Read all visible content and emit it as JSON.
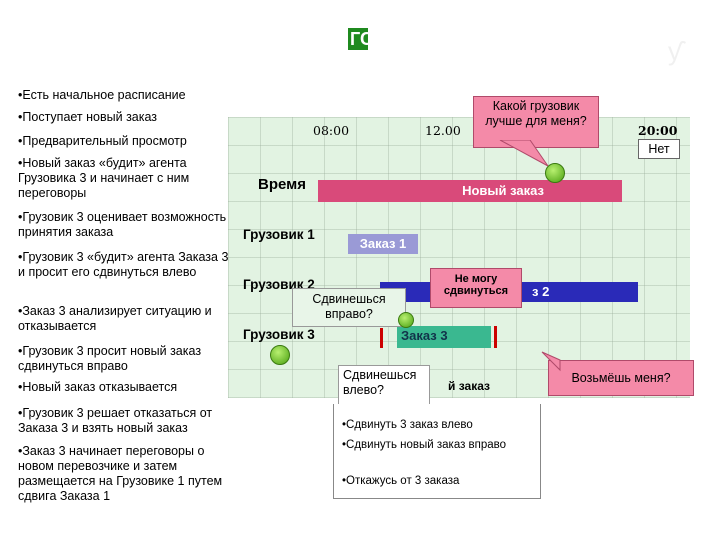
{
  "title_fragment": "ГС",
  "corner_mark": "ƴ",
  "bullets": [
    "•Есть начальное расписание",
    "•Поступает новый заказ",
    "•Предварительный просмотр",
    "•Новый заказ «будит» агента Грузовика 3 и начинает с ним переговоры",
    "•Грузовик 3 оценивает возможность принятия заказа",
    "•Грузовик 3 «будит» агента Заказа 3 и просит его сдвинуться влево",
    "•Заказ 3 анализирует ситуацию и отказывается",
    "•Грузовик 3 просит новый заказ сдвинуться вправо",
    "•Новый заказ отказывается",
    "•Грузовик 3 решает отказаться от Заказа 3 и взять новый заказ",
    "•Заказ 3 начинает переговоры о новом перевозчике и затем размещается на Грузовике 1 путем сдвига Заказа 1"
  ],
  "schedule": {
    "times": [
      "08:00",
      "12.00",
      "20:00"
    ],
    "time_label": "Время",
    "trucks": [
      "Грузовик 1",
      "Грузовик 2",
      "Грузовик 3"
    ],
    "new_order": "Новый заказ",
    "order1": "Заказ 1",
    "order2": "з 2",
    "order3": "Заказ 3",
    "new_order_partial": "й заказ",
    "colors": {
      "panel": "#e2f3e2",
      "new_order": "#d94a7a",
      "order1": "#9a9ad6",
      "order2": "#2a2ab8",
      "order3": "#3ab890",
      "marker": "#cc0000"
    }
  },
  "callouts": {
    "which_truck": "Какой грузовик лучше для меня?",
    "no": "Нет",
    "cant_move": "Не могу сдвинуться",
    "move_right": "Сдвинешься вправо?",
    "move_left": "Сдвинешься влево?",
    "take_me": "Возьмёшь меня?"
  },
  "options_menu": [
    "•Сдвинуть 3 заказ влево",
    "•Сдвинуть новый заказ вправо",
    "•Откажусь от 3 заказа"
  ]
}
